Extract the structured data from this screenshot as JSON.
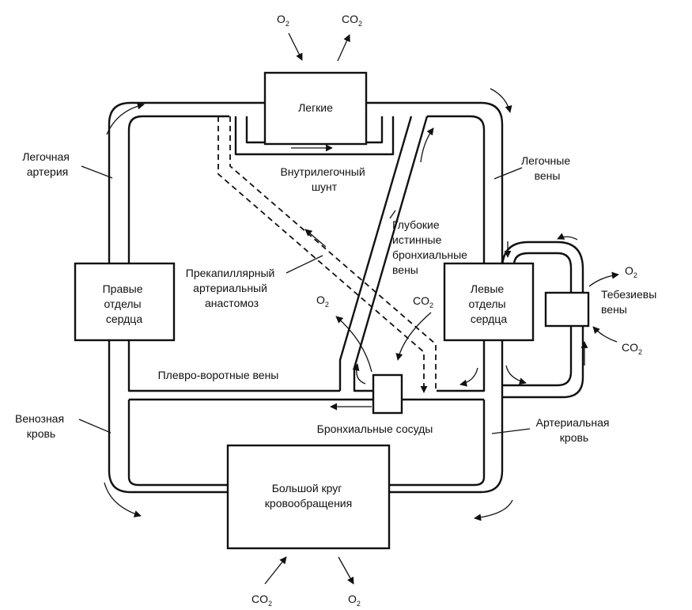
{
  "boxes": {
    "lungs": "Легкие",
    "right_heart": [
      "Правые",
      "отделы",
      "сердца"
    ],
    "left_heart": [
      "Левые",
      "отделы",
      "сердца"
    ],
    "systemic": [
      "Большой круг",
      "кровообращения"
    ]
  },
  "labels": {
    "pulmonary_artery": [
      "Легочная",
      "артерия"
    ],
    "pulmonary_veins": [
      "Легочные",
      "вены"
    ],
    "intrapulmonary_shunt": [
      "Внутрилегочный",
      "шунт"
    ],
    "deep_bronchial_veins": [
      "Глубокие",
      "истинные",
      "бронхиальные",
      "вены"
    ],
    "precapillary_anastomosis": [
      "Прекапиллярный",
      "артериальный",
      "анастомоз"
    ],
    "thebesian_veins": [
      "Тебезиевы",
      "вены"
    ],
    "pleuro_portal_veins": "Плевро-воротные вены",
    "bronchial_vessels": "Бронхиальные сосуды",
    "venous_blood": [
      "Венозная",
      "кровь"
    ],
    "arterial_blood": [
      "Артериальная",
      "кровь"
    ]
  },
  "gases": {
    "o2": "O",
    "co2": "CO",
    "sub": "2"
  }
}
